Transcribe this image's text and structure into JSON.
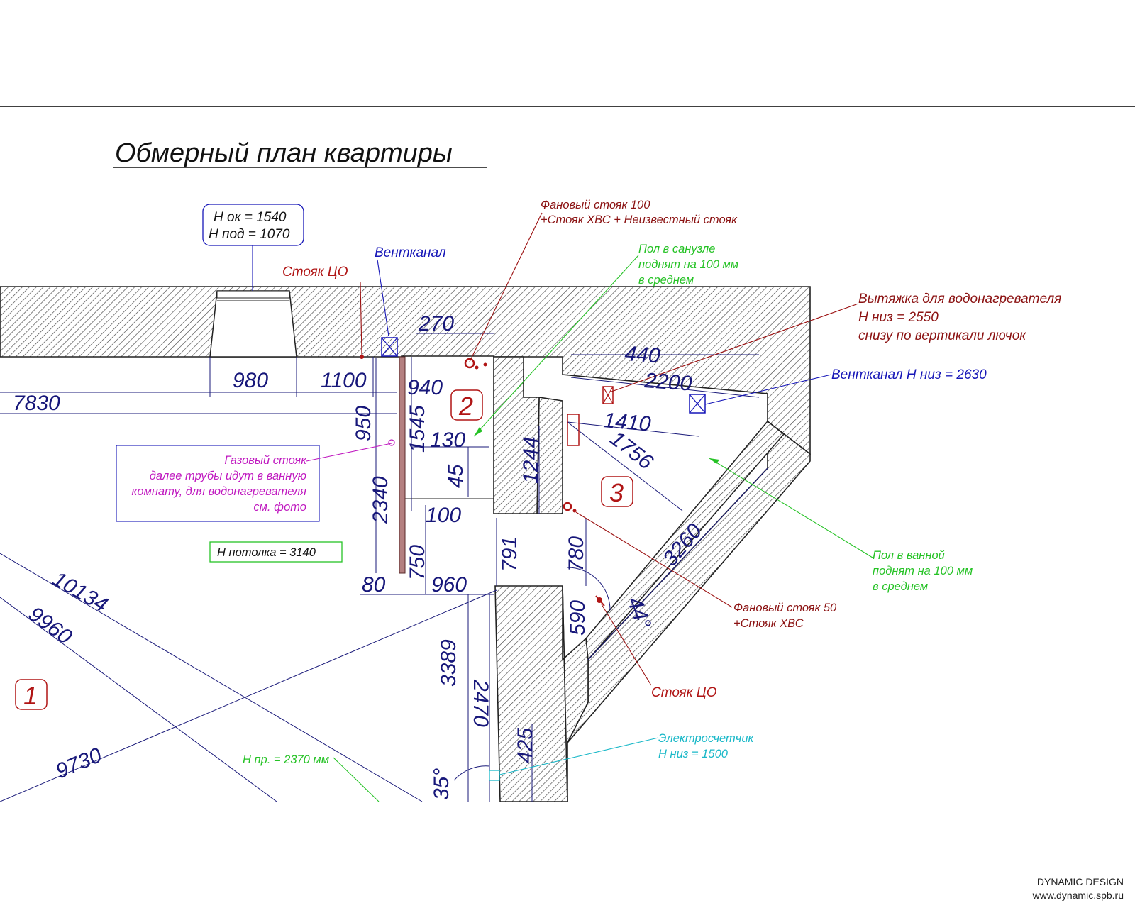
{
  "title": "Обмерный план квартиры",
  "footer": {
    "company": "DYNAMIC DESIGN",
    "website": "www.dynamic.spb.ru"
  },
  "rooms": [
    "1",
    "2",
    "3"
  ],
  "window_box": {
    "line1": "H ок = 1540",
    "line2": "H под = 1070"
  },
  "ceiling_box": "H потолка = 3140",
  "gas_riser": {
    "line1": "Газовый стояк",
    "line2": "далее трубы идут в ванную",
    "line3": "комнату, для водонагревателя",
    "line4": "см. фото"
  },
  "labels": {
    "riser_co_top": "Стояк ЦО",
    "vent_top": "Вентканал",
    "fan_riser_100_l1": "Фановый стояк 100",
    "fan_riser_100_l2": "+Стояк ХВС + Неизвестный стояк",
    "floor_wc_l1": "Пол в санузле",
    "floor_wc_l2": "поднят на 100 мм",
    "floor_wc_l3": "в среднем",
    "hood_l1": "Вытяжка для водонагревателя",
    "hood_l2": "H низ = 2550",
    "hood_l3": "снизу по вертикали лючок",
    "vent_right": "Вентканал H низ  = 2630",
    "floor_bath_l1": "Пол в ванной",
    "floor_bath_l2": "поднят на 100 мм",
    "floor_bath_l3": "в среднем",
    "fan_riser_50_l1": "Фановый стояк 50",
    "fan_riser_50_l2": "+Стояк ХВС",
    "riser_co_bottom": "Стояк ЦО",
    "meter_l1": "Электросчетчик",
    "meter_l2": "H низ = 1500",
    "h_pr": "H пр. = 2370 мм"
  },
  "dimensions": {
    "d270": "270",
    "d440": "440",
    "d2200": "2200",
    "d1410": "1410",
    "d1756": "1756",
    "d980": "980",
    "d1100": "1100",
    "d7830": "7830",
    "d940": "940",
    "d950": "950",
    "d1545": "1545",
    "d130": "130",
    "d45": "45",
    "d1244": "1244",
    "d2340": "2340",
    "d100": "100",
    "d750": "750",
    "d791": "791",
    "d780": "780",
    "d80": "80",
    "d960": "960",
    "d590": "590",
    "d44": "44°",
    "d3260": "3260",
    "d10134": "10134",
    "d9960": "9960",
    "d9730": "9730",
    "d3389": "3389",
    "d2470": "2470",
    "d425": "425",
    "d35": "35°"
  },
  "colors": {
    "dimension": "#17177a",
    "riser_red": "#b01515",
    "dark_red": "#8b1212",
    "green": "#25c225",
    "blue": "#1717b8",
    "magenta": "#c01ac0",
    "cyan": "#19b8c8"
  }
}
